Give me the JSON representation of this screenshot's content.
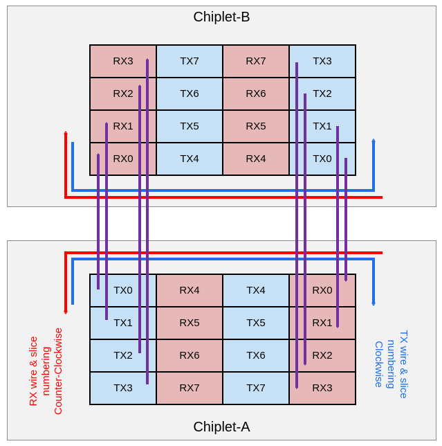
{
  "chiplet_b": {
    "title": "Chiplet-B",
    "rows": [
      [
        {
          "label": "RX3",
          "type": "rx"
        },
        {
          "label": "TX7",
          "type": "tx"
        },
        {
          "label": "RX7",
          "type": "rx"
        },
        {
          "label": "TX3",
          "type": "tx"
        }
      ],
      [
        {
          "label": "RX2",
          "type": "rx"
        },
        {
          "label": "TX6",
          "type": "tx"
        },
        {
          "label": "RX6",
          "type": "rx"
        },
        {
          "label": "TX2",
          "type": "tx"
        }
      ],
      [
        {
          "label": "RX1",
          "type": "rx"
        },
        {
          "label": "TX5",
          "type": "tx"
        },
        {
          "label": "RX5",
          "type": "rx"
        },
        {
          "label": "TX1",
          "type": "tx"
        }
      ],
      [
        {
          "label": "RX0",
          "type": "rx"
        },
        {
          "label": "TX4",
          "type": "tx"
        },
        {
          "label": "RX4",
          "type": "rx"
        },
        {
          "label": "TX0",
          "type": "tx"
        }
      ]
    ]
  },
  "chiplet_a": {
    "title": "Chiplet-A",
    "rows": [
      [
        {
          "label": "TX0",
          "type": "tx"
        },
        {
          "label": "RX4",
          "type": "rx"
        },
        {
          "label": "TX4",
          "type": "tx"
        },
        {
          "label": "RX0",
          "type": "rx"
        }
      ],
      [
        {
          "label": "TX1",
          "type": "tx"
        },
        {
          "label": "RX5",
          "type": "rx"
        },
        {
          "label": "TX5",
          "type": "tx"
        },
        {
          "label": "RX1",
          "type": "rx"
        }
      ],
      [
        {
          "label": "TX2",
          "type": "tx"
        },
        {
          "label": "RX6",
          "type": "rx"
        },
        {
          "label": "TX6",
          "type": "tx"
        },
        {
          "label": "RX2",
          "type": "rx"
        }
      ],
      [
        {
          "label": "TX3",
          "type": "tx"
        },
        {
          "label": "RX7",
          "type": "rx"
        },
        {
          "label": "TX7",
          "type": "tx"
        },
        {
          "label": "RX3",
          "type": "rx"
        }
      ]
    ]
  },
  "rx_label": [
    "RX wire & slice",
    "numbering",
    "Counter-Clockwise"
  ],
  "tx_label": [
    "TX wire & slice",
    "numbering",
    "Clockwise"
  ],
  "colors": {
    "rx_cell": "#e6b9b8",
    "tx_cell": "#c6e0f5",
    "rx_wire": "#ff0000",
    "tx_wire": "#1f6fe8",
    "link_arrow": "#7030a0"
  }
}
